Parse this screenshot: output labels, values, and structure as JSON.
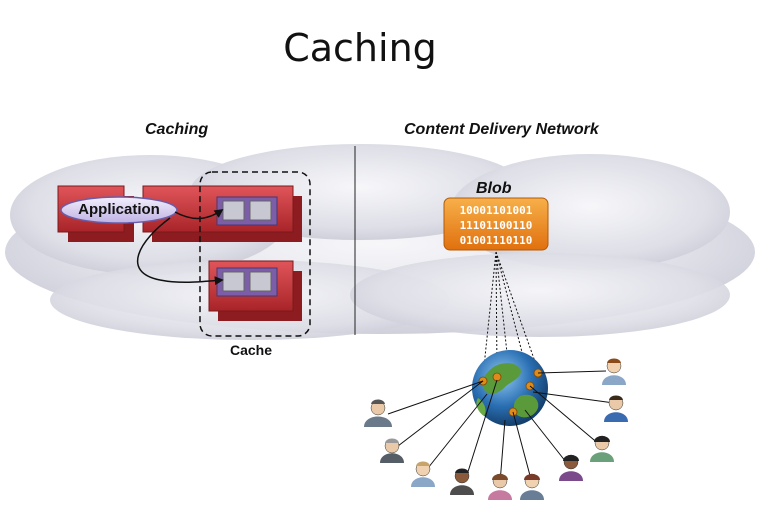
{
  "title": "Caching",
  "left_section": {
    "heading": "Caching",
    "application_label": "Application",
    "cache_label": "Cache"
  },
  "right_section": {
    "heading": "Content Delivery Network",
    "blob_label": "Blob",
    "blob_bits": [
      "10001101001",
      "11101100110",
      "01001110110"
    ]
  },
  "colors": {
    "server_red": "#c8363a",
    "cache_purple": "#7b5ea7",
    "application_ellipse": "#d8d0f0",
    "blob_orange": "#f08a1c",
    "cloud": "#e6e7ee",
    "globe_blue": "#2a6fb3",
    "globe_green": "#5a9a3a"
  },
  "icons": {
    "users": "person-icon",
    "globe": "globe-icon",
    "cloud": "cloud-shape"
  }
}
